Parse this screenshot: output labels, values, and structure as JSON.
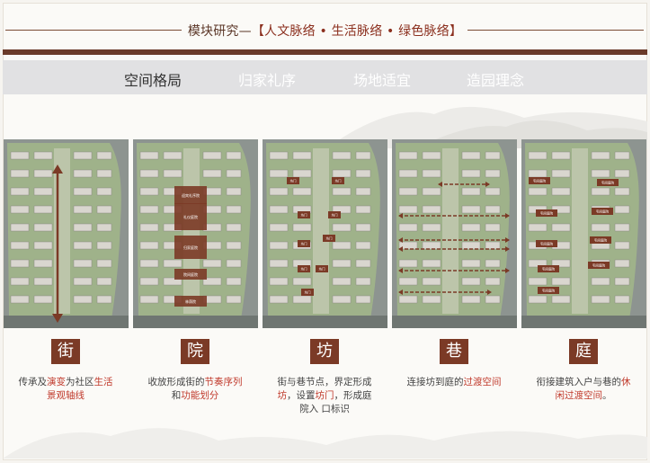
{
  "header": {
    "prefix": "模块研究—",
    "bracket_open": "【",
    "highlight": "人文脉络 • 生活脉络 • 绿色脉络",
    "bracket_close": "】"
  },
  "tabs": [
    "空间格局",
    "归家礼序",
    "场地适宜",
    "造园理念"
  ],
  "active_tab": 0,
  "colors": {
    "accent": "#7b3a26",
    "highlight": "#c0392b"
  },
  "panels": [
    {
      "badge": "街",
      "desc_parts": [
        {
          "t": "传承及",
          "h": false
        },
        {
          "t": "演变",
          "h": true
        },
        {
          "t": "为社区",
          "h": false
        },
        {
          "t": "生活",
          "h": true
        },
        {
          "t": "\n",
          "h": false
        },
        {
          "t": "景观轴线",
          "h": true
        }
      ],
      "boxes": []
    },
    {
      "badge": "院",
      "desc_parts": [
        {
          "t": "收放",
          "h": false
        },
        {
          "t": "形成街的",
          "h": false
        },
        {
          "t": "节奏序列",
          "h": true
        },
        {
          "t": "\n",
          "h": false
        },
        {
          "t": "和",
          "h": false
        },
        {
          "t": "功能划分",
          "h": true
        }
      ],
      "boxes": [
        "迎宾礼序院",
        "礼仪庭院",
        "归家庭院",
        "院间庭院",
        "林荫院"
      ]
    },
    {
      "badge": "坊",
      "desc_parts": [
        {
          "t": "街与巷节点，界定形成",
          "h": false
        },
        {
          "t": "\n",
          "h": false
        },
        {
          "t": "坊",
          "h": true
        },
        {
          "t": "，设置",
          "h": false
        },
        {
          "t": "坊门",
          "h": true
        },
        {
          "t": "，形成庭",
          "h": false
        },
        {
          "t": "\n",
          "h": false
        },
        {
          "t": "院入 口标识",
          "h": false
        }
      ],
      "boxes": [
        "坊门",
        "坊门",
        "坊门",
        "坊门",
        "坊门",
        "坊门",
        "坊门",
        "坊门",
        "坊门"
      ]
    },
    {
      "badge": "巷",
      "desc_parts": [
        {
          "t": "连接坊到庭的",
          "h": false
        },
        {
          "t": "过渡空间",
          "h": true
        }
      ],
      "boxes": []
    },
    {
      "badge": "庭",
      "desc_parts": [
        {
          "t": "衔接建筑入户与巷的",
          "h": false
        },
        {
          "t": "休",
          "h": true
        },
        {
          "t": "\n",
          "h": false
        },
        {
          "t": "闲过渡空间",
          "h": true
        },
        {
          "t": "。",
          "h": false
        }
      ],
      "boxes": [
        "宅间庭院",
        "宅间庭院",
        "宅间庭院",
        "宅间庭院",
        "宅间庭院",
        "宅间庭院",
        "宅间庭院",
        "宅间庭院",
        "宅间庭院"
      ]
    }
  ]
}
